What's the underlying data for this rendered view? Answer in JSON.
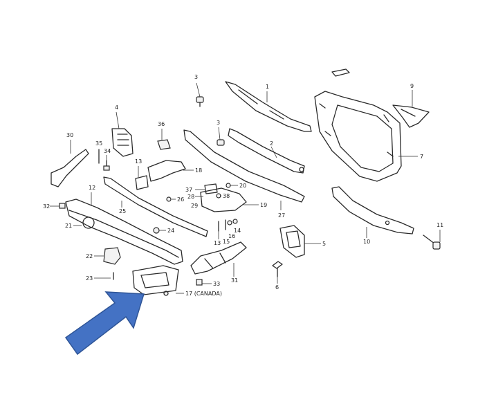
{
  "callouts": [
    {
      "id": "c1",
      "text": "1"
    },
    {
      "id": "c2",
      "text": "2"
    },
    {
      "id": "c3a",
      "text": "3"
    },
    {
      "id": "c3b",
      "text": "3"
    },
    {
      "id": "c4",
      "text": "4"
    },
    {
      "id": "c5",
      "text": "5"
    },
    {
      "id": "c6",
      "text": "6"
    },
    {
      "id": "c7",
      "text": "7"
    },
    {
      "id": "c9",
      "text": "9"
    },
    {
      "id": "c10",
      "text": "10"
    },
    {
      "id": "c11",
      "text": "11"
    },
    {
      "id": "c12",
      "text": "12"
    },
    {
      "id": "c13a",
      "text": "13"
    },
    {
      "id": "c13b",
      "text": "13"
    },
    {
      "id": "c14",
      "text": "14"
    },
    {
      "id": "c15",
      "text": "15"
    },
    {
      "id": "c16",
      "text": "16"
    },
    {
      "id": "c17",
      "text": "17 (CANADA)"
    },
    {
      "id": "c18",
      "text": "18"
    },
    {
      "id": "c19",
      "text": "19"
    },
    {
      "id": "c20",
      "text": "20"
    },
    {
      "id": "c21",
      "text": "21"
    },
    {
      "id": "c22",
      "text": "22"
    },
    {
      "id": "c23",
      "text": "23"
    },
    {
      "id": "c24",
      "text": "24"
    },
    {
      "id": "c25",
      "text": "25"
    },
    {
      "id": "c26",
      "text": "26"
    },
    {
      "id": "c27",
      "text": "27"
    },
    {
      "id": "c28",
      "text": "28"
    },
    {
      "id": "c29",
      "text": "29"
    },
    {
      "id": "c30",
      "text": "30"
    },
    {
      "id": "c31",
      "text": "31"
    },
    {
      "id": "c32",
      "text": "32"
    },
    {
      "id": "c33",
      "text": "33"
    },
    {
      "id": "c34",
      "text": "34"
    },
    {
      "id": "c35",
      "text": "35"
    },
    {
      "id": "c36",
      "text": "36"
    },
    {
      "id": "c37",
      "text": "37"
    },
    {
      "id": "c38",
      "text": "38"
    }
  ],
  "highlight_arrow": {
    "icon": "arrow-up-right-icon",
    "color": "#4472C4",
    "stroke": "#2F5597"
  }
}
